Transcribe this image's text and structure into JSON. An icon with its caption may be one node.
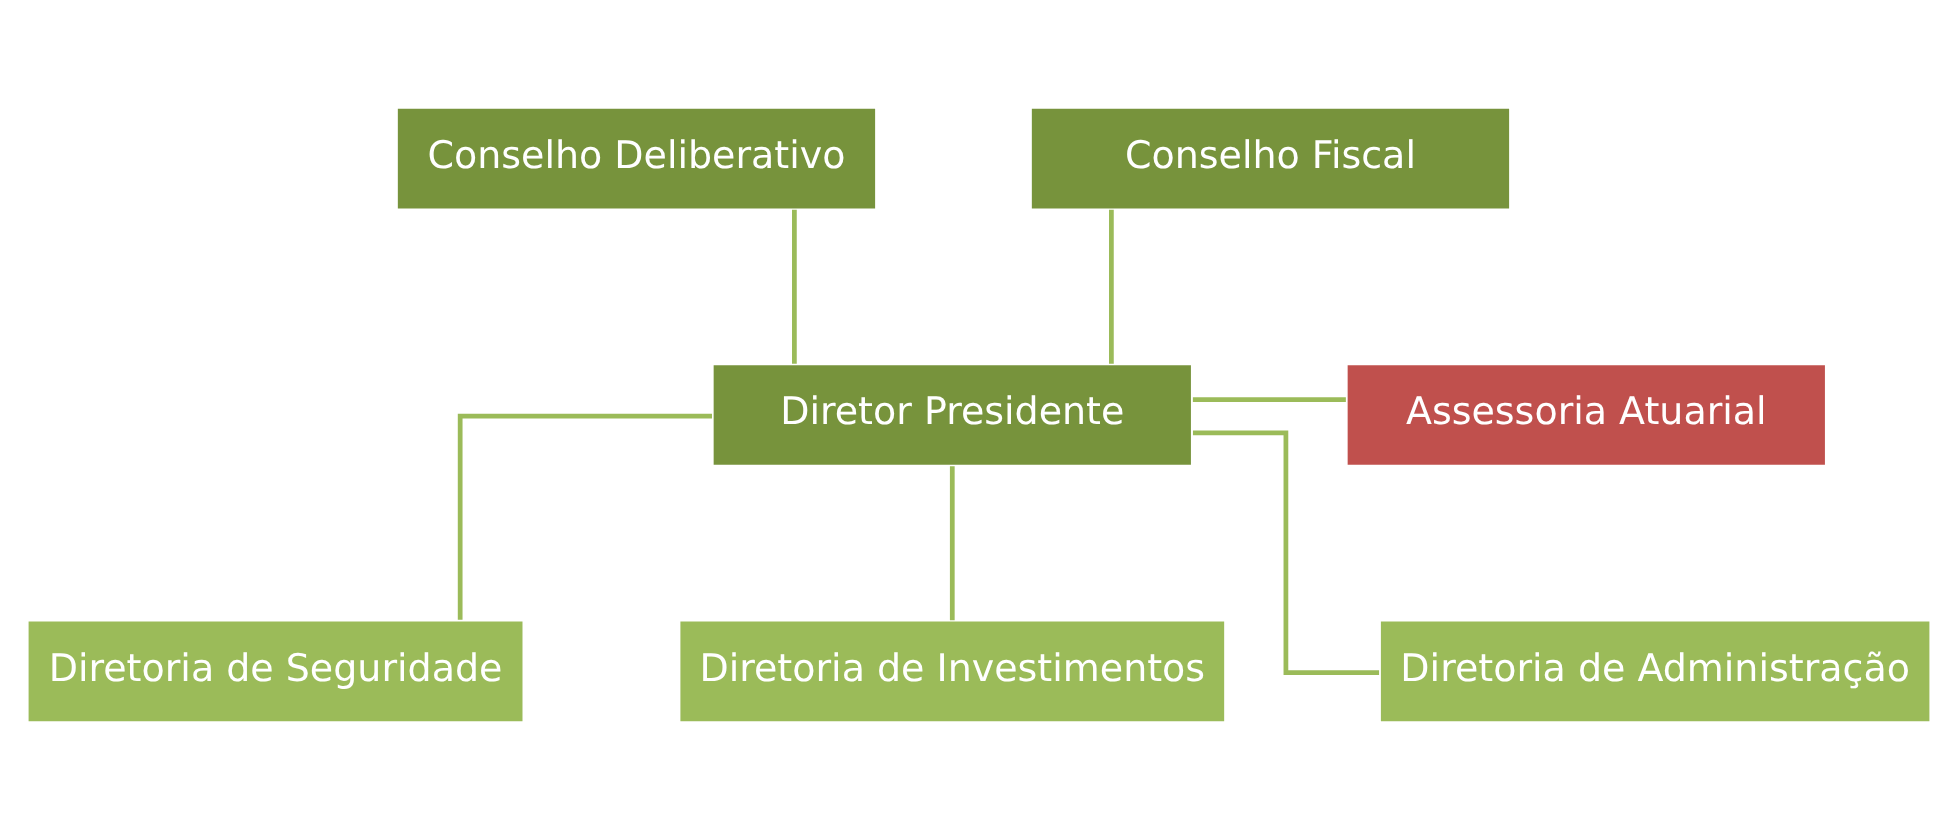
{
  "diagram": {
    "nodes": [
      {
        "text": [
          "Conselho Deliberativo"
        ]
      },
      {
        "text": [
          "Conselho Fiscal"
        ]
      },
      {
        "text": [
          "Diretor Presidente"
        ]
      },
      {
        "text": [
          "Assessoria Atuarial"
        ]
      },
      {
        "text": [
          "Diretoria de Seguridade"
        ]
      },
      {
        "text": [
          "Diretoria de Investimentos"
        ]
      },
      {
        "text": [
          "Diretoria de Administração"
        ]
      }
    ],
    "edges": [
      {
        "from": 0,
        "to": 2,
        "arrow": "none"
      },
      {
        "from": 1,
        "to": 2,
        "arrow": "none"
      },
      {
        "from": 2,
        "to": 3,
        "arrow": "none"
      },
      {
        "from": 2,
        "to": 4,
        "arrow": "none"
      },
      {
        "from": 2,
        "to": 5,
        "arrow": "none"
      },
      {
        "from": 2,
        "to": 6,
        "arrow": "none"
      }
    ]
  }
}
